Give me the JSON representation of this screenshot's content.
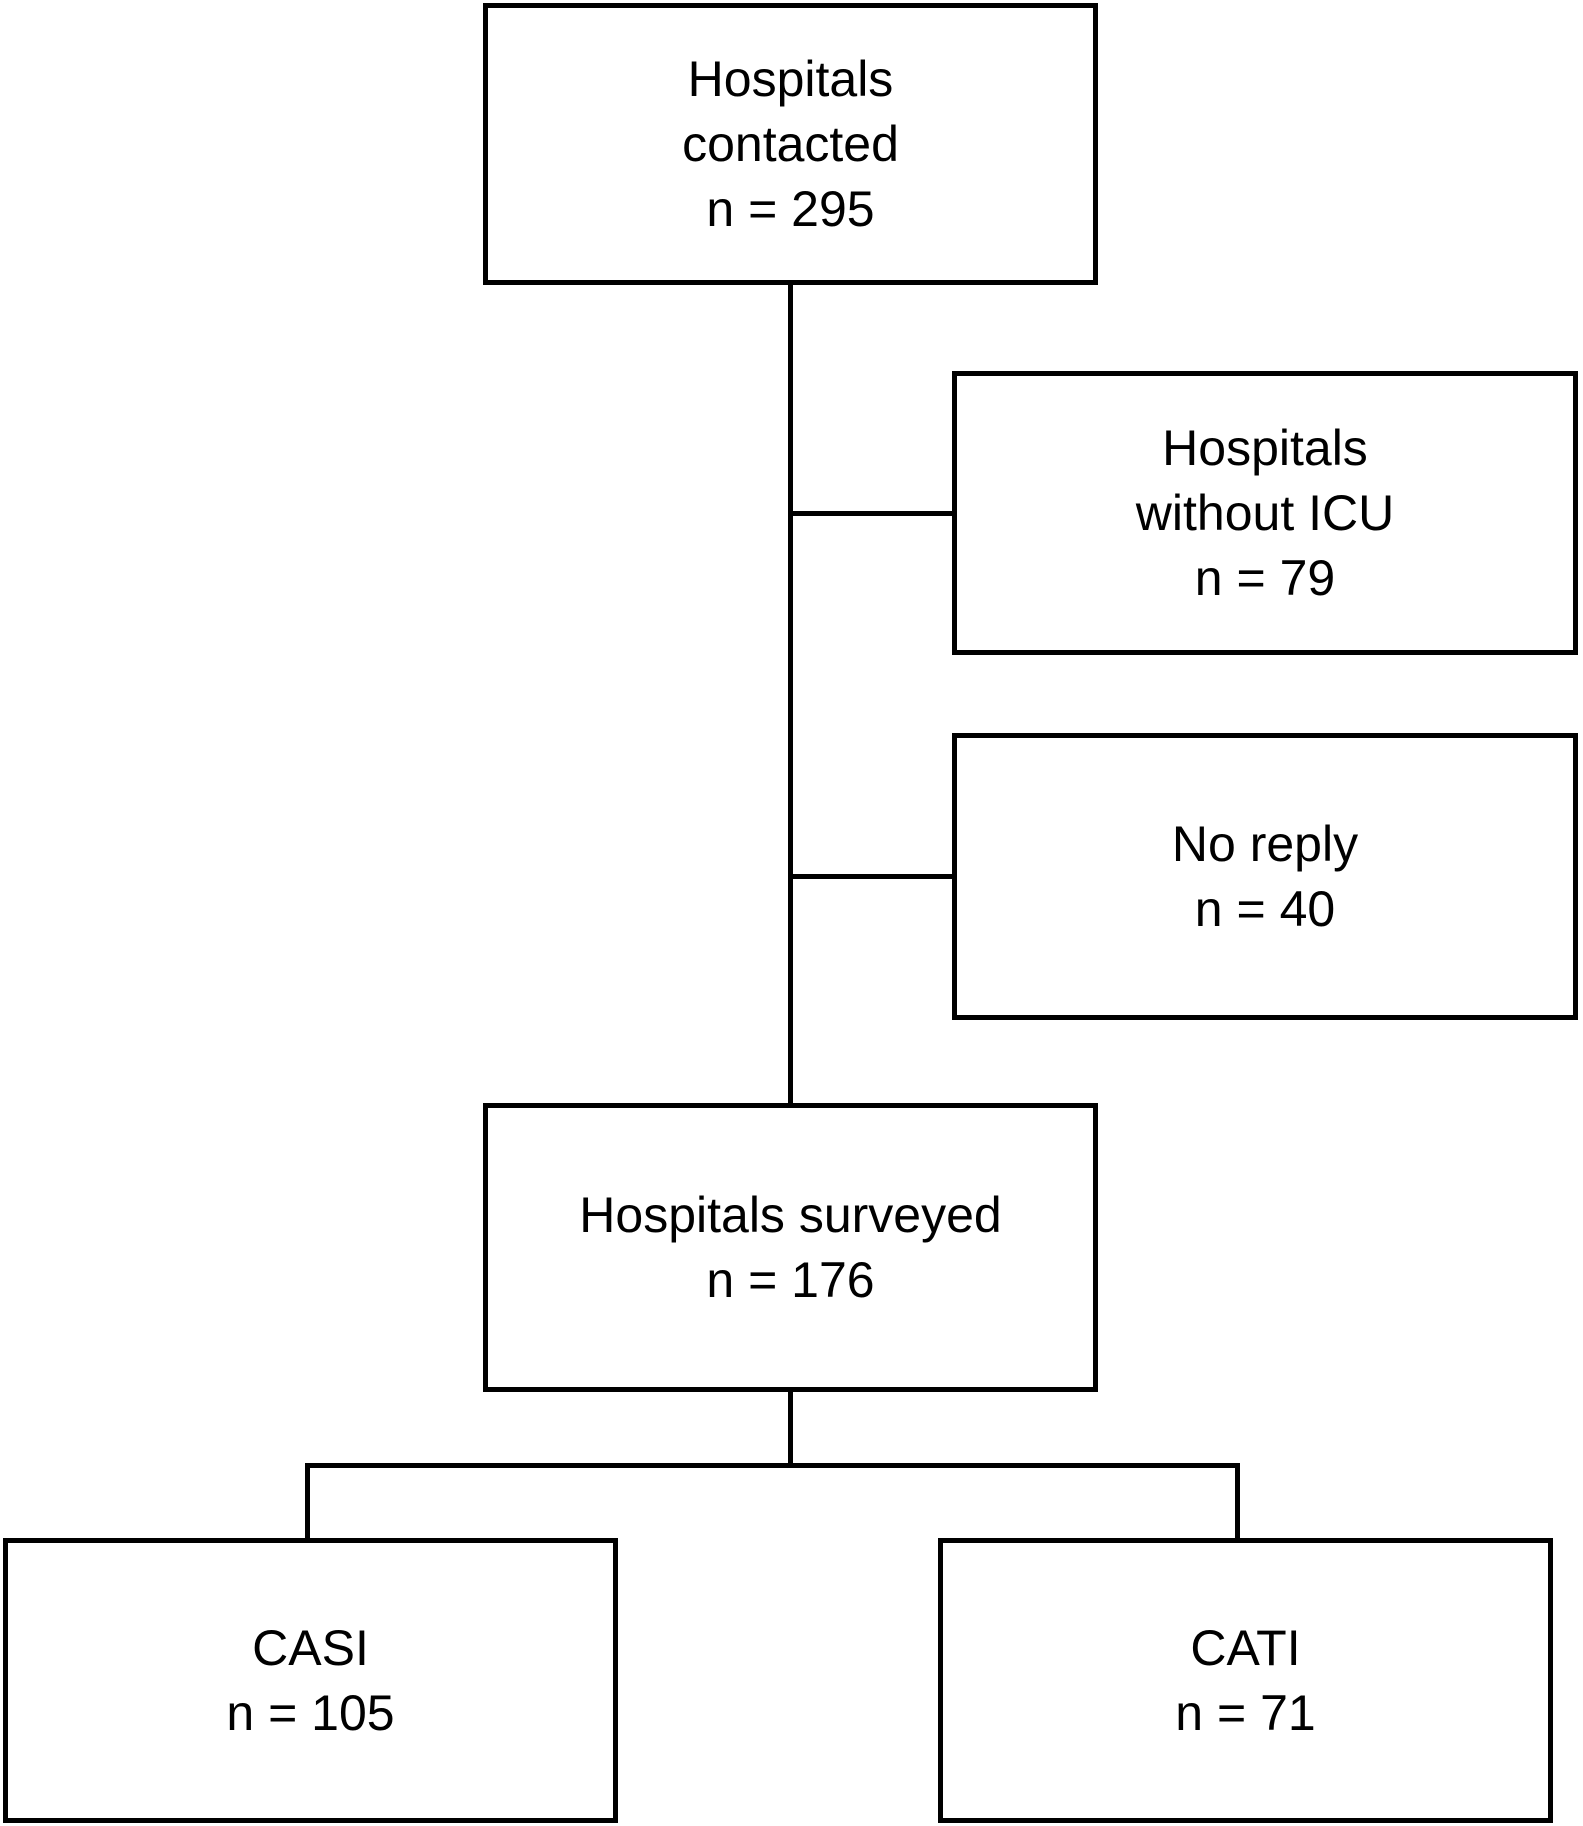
{
  "diagram": {
    "type": "flowchart",
    "colors": {
      "line": "#000000",
      "text": "#000000",
      "background": "#ffffff"
    },
    "nodes": {
      "contacted": {
        "lines": [
          "Hospitals",
          "contacted",
          "n = 295"
        ],
        "label": "Hospitals contacted",
        "n": 295
      },
      "without_icu": {
        "lines": [
          "Hospitals",
          "without ICU",
          "n = 79"
        ],
        "label": "Hospitals without ICU",
        "n": 79
      },
      "no_reply": {
        "lines": [
          "No reply",
          "n = 40"
        ],
        "label": "No reply",
        "n": 40
      },
      "surveyed": {
        "lines": [
          "Hospitals surveyed",
          "n = 176"
        ],
        "label": "Hospitals surveyed",
        "n": 176
      },
      "casi": {
        "lines": [
          "CASI",
          "n = 105"
        ],
        "label": "CASI",
        "n": 105
      },
      "cati": {
        "lines": [
          "CATI",
          "n = 71"
        ],
        "label": "CATI",
        "n": 71
      }
    },
    "edges": [
      {
        "from": "contacted",
        "to": "without_icu"
      },
      {
        "from": "contacted",
        "to": "no_reply"
      },
      {
        "from": "contacted",
        "to": "surveyed"
      },
      {
        "from": "surveyed",
        "to": "casi"
      },
      {
        "from": "surveyed",
        "to": "cati"
      }
    ]
  }
}
